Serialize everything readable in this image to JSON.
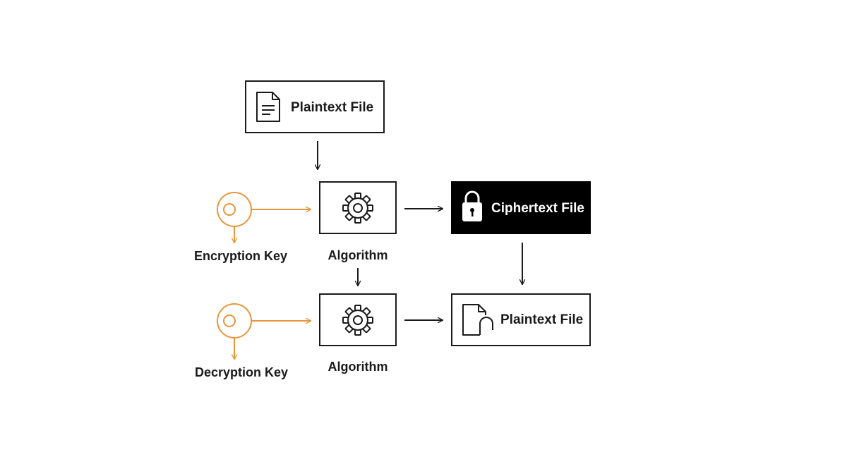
{
  "plaintext_input": {
    "label": "Plaintext File",
    "icon": "document-icon"
  },
  "encryption": {
    "key_label": "Encryption Key",
    "key_icon": "key-icon",
    "algorithm_label": "Algorithm",
    "algorithm_icon": "gear-icon"
  },
  "ciphertext": {
    "label": "Ciphertext File",
    "icon": "lock-icon"
  },
  "decryption": {
    "key_label": "Decryption Key",
    "key_icon": "key-icon",
    "algorithm_label": "Algorithm",
    "algorithm_icon": "gear-icon"
  },
  "plaintext_output": {
    "label": "Plaintext File",
    "icon": "unlocked-document-icon"
  },
  "colors": {
    "key_accent": "#E8963A",
    "ink": "#1a1a1a",
    "cipher_fill": "#000000",
    "cipher_text": "#ffffff"
  }
}
